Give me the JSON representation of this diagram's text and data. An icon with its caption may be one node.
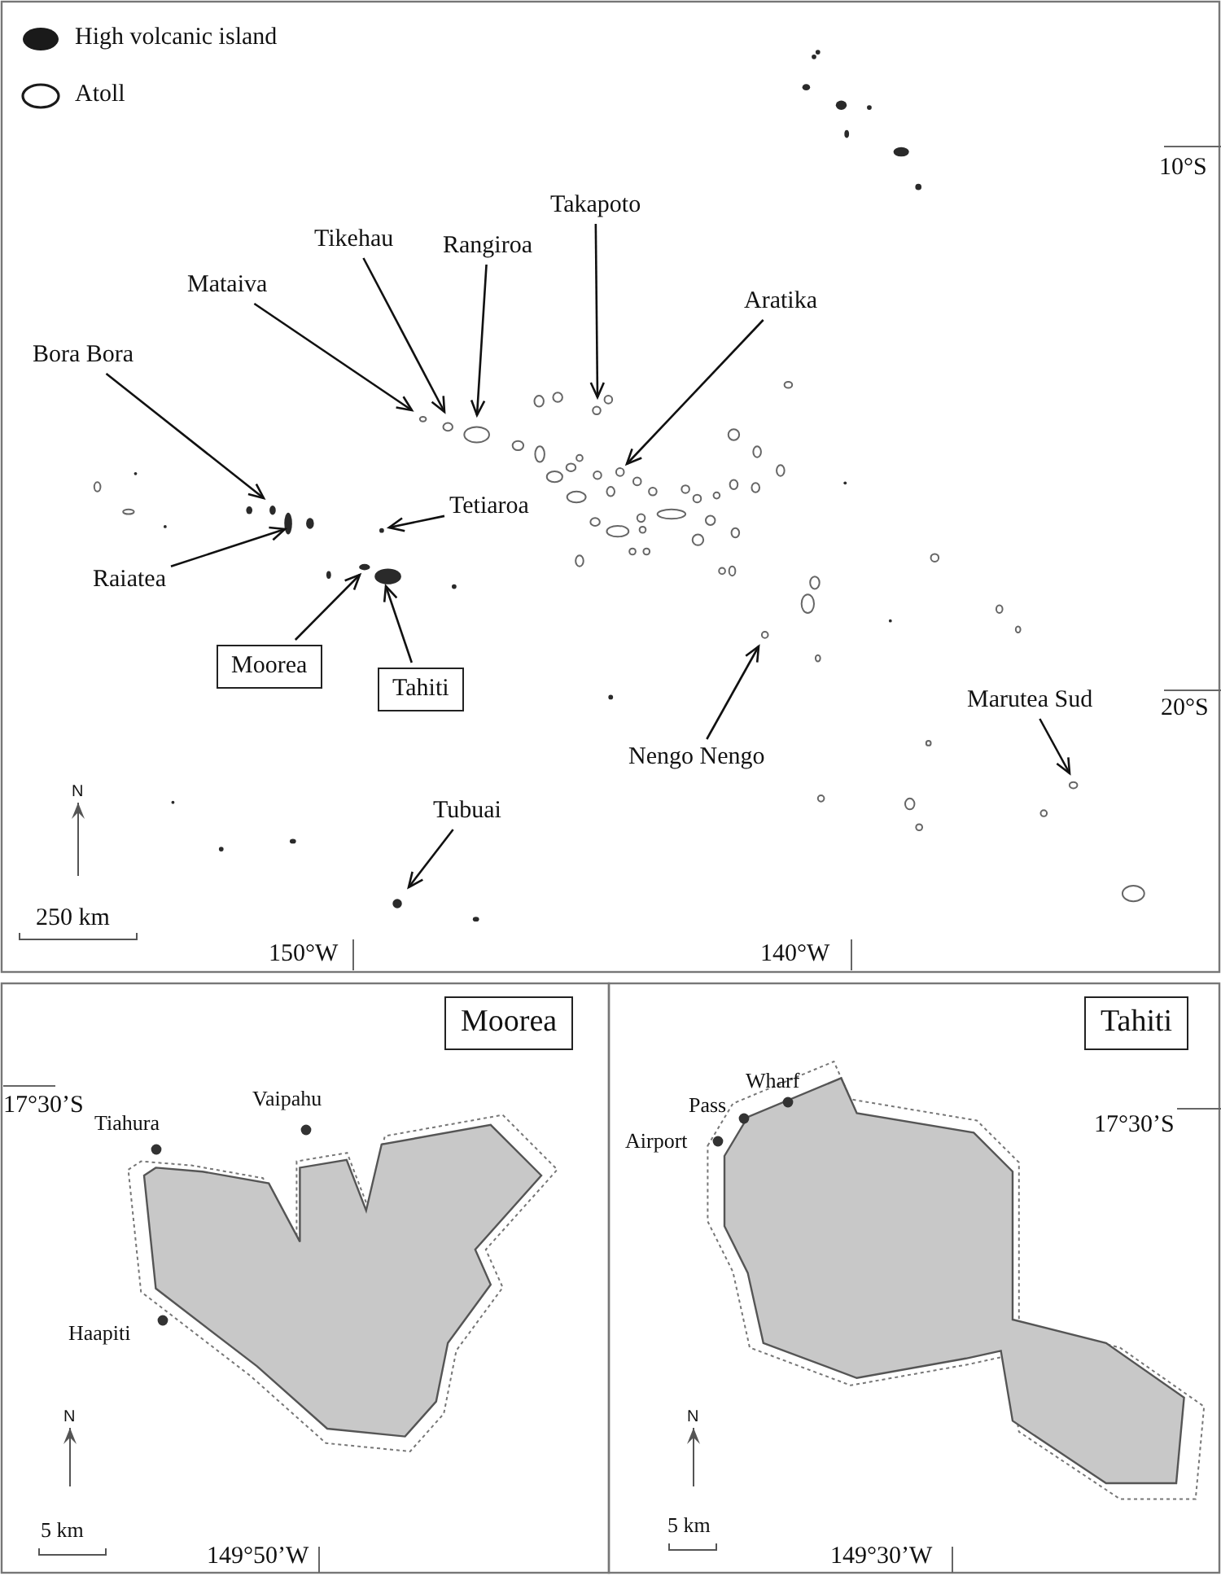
{
  "diagram": {
    "nodes": [
      {
        "text": [
          "Bora Bora"
        ]
      },
      {
        "text": [
          "Mataiva"
        ]
      },
      {
        "text": [
          "Tikehau"
        ]
      },
      {
        "text": [
          "Rangiroa"
        ]
      },
      {
        "text": [
          "Takapoto"
        ]
      },
      {
        "text": [
          "Aratika"
        ]
      },
      {
        "text": [
          "Raiatea"
        ]
      },
      {
        "text": [
          "Tetiaroa"
        ]
      },
      {
        "text": [
          "Moorea"
        ]
      },
      {
        "text": [
          "Tahiti"
        ]
      },
      {
        "text": [
          "Nengo Nengo"
        ]
      },
      {
        "text": [
          "Marutea Sud"
        ]
      },
      {
        "text": [
          "Tubuai"
        ]
      },
      {
        "text": [
          "Moorea"
        ]
      },
      {
        "text": [
          "Tahiti"
        ]
      }
    ],
    "edges": [
      {
        "from": 0,
        "to": null,
        "arrow": "to"
      },
      {
        "from": 1,
        "to": null,
        "arrow": "to"
      },
      {
        "from": 2,
        "to": null,
        "arrow": "to"
      },
      {
        "from": 3,
        "to": null,
        "arrow": "to"
      },
      {
        "from": 4,
        "to": null,
        "arrow": "to"
      },
      {
        "from": 5,
        "to": null,
        "arrow": "to"
      },
      {
        "from": 6,
        "to": null,
        "arrow": "to"
      },
      {
        "from": 7,
        "to": null,
        "arrow": "to"
      },
      {
        "from": 8,
        "to": null,
        "arrow": "to"
      },
      {
        "from": 9,
        "to": null,
        "arrow": "to"
      },
      {
        "from": 10,
        "to": null,
        "arrow": "to"
      },
      {
        "from": 11,
        "to": null,
        "arrow": "to"
      },
      {
        "from": 12,
        "to": null,
        "arrow": "to"
      }
    ],
    "labels": [
      "10°S",
      "20°S",
      "150°W",
      "140°W",
      "N",
      "250 km",
      "Tiahura",
      "Vaipahu",
      "17°30’S",
      "Haapiti",
      "N",
      "5 km",
      "149°50’W",
      "Pass",
      "Wharf",
      "Airport",
      "17°30’S",
      "N",
      "5 km",
      "149°30’W"
    ],
    "legend": [
      {
        "text": "High volcanic island"
      },
      {
        "text": "Atoll"
      }
    ]
  }
}
